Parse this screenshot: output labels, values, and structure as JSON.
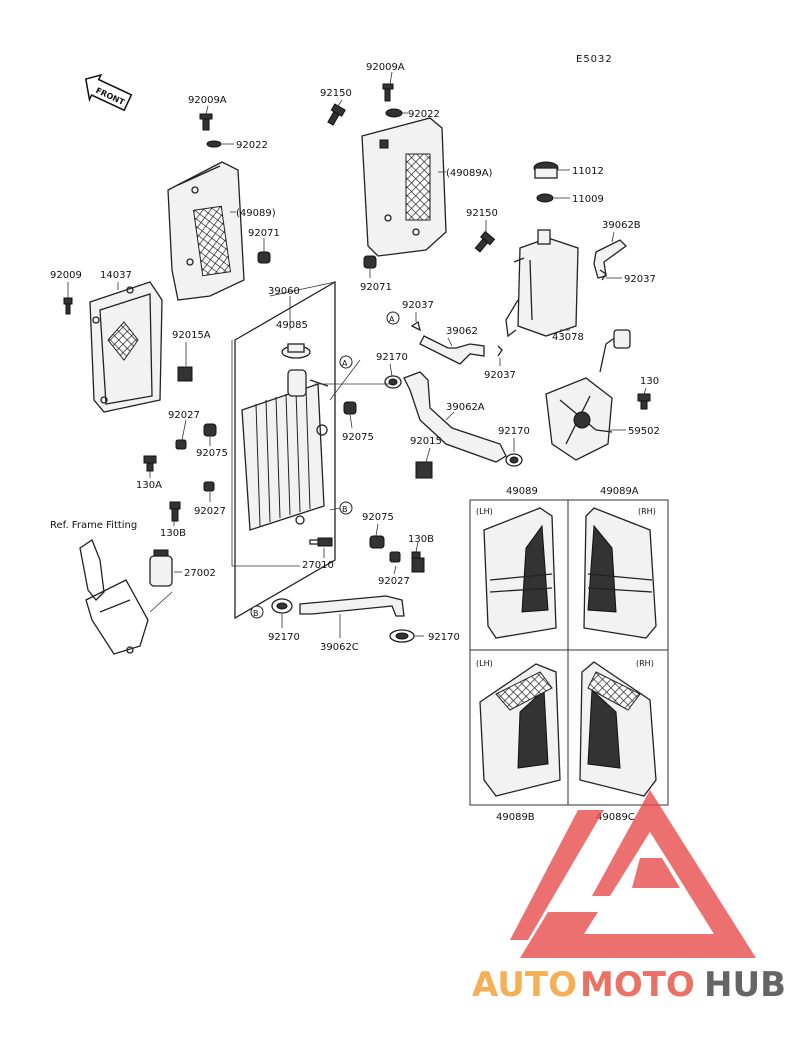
{
  "diagram_code": "E5032",
  "front_arrow_label": "FRONT",
  "ref_note": "Ref. Frame Fitting",
  "callouts": {
    "c92009A_l": "92009A",
    "c92022_l": "92022",
    "c49089": "(49089)",
    "c92071_l": "92071",
    "c92009": "92009",
    "c14037": "14037",
    "c39060": "39060",
    "c49085": "49085",
    "c92015A": "92015A",
    "c92027_a": "92027",
    "c92075_a": "92075",
    "c130A": "130A",
    "c92027_b": "92027",
    "c130B_l": "130B",
    "c27002": "27002",
    "c27010": "27010",
    "c92009A_r": "92009A",
    "c92150_a": "92150",
    "c92022_r": "92022",
    "c49089A": "(49089A)",
    "c92071_r": "92071",
    "c92150_b": "92150",
    "c92037_a": "92037",
    "c39062": "39062",
    "c92037_b": "92037",
    "c92170_a": "92170",
    "c92075_b": "92075",
    "c39062A": "39062A",
    "c92015": "92015",
    "c92170_b": "92170",
    "c11012": "11012",
    "c11009": "11009",
    "c39062B": "39062B",
    "c92037_c": "92037",
    "c43078": "43078",
    "c130": "130",
    "c59502": "59502",
    "c92075_c": "92075",
    "c130B_r": "130B",
    "c92027_c": "92027",
    "c92170_c": "92170",
    "c39062C": "39062C",
    "c92170_d": "92170",
    "c49089_inset": "49089",
    "c49089A_inset": "49089A",
    "c49089B": "49089B",
    "c49089C": "49089C"
  },
  "inset_labels": {
    "top_lh": "(LH)",
    "top_rh": "(RH)",
    "bottom_lh": "(LH)",
    "bottom_rh": "(RH)"
  },
  "markers": {
    "a": "A",
    "b": "B"
  },
  "watermark": {
    "part1": "AUTO",
    "part2": "MOTO",
    "part3": "HUB"
  }
}
